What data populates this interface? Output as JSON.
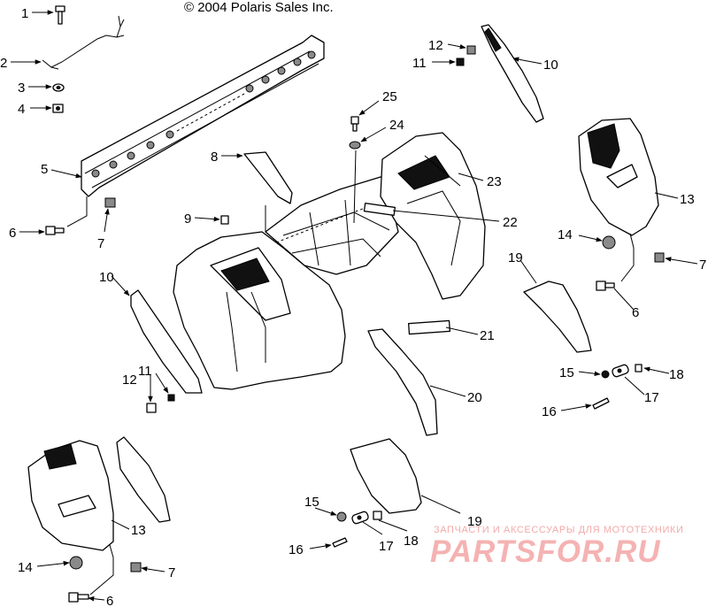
{
  "copyright": "© 2004 Polaris Sales Inc.",
  "watermark": {
    "subtitle": "ЗАПЧАСТИ И АКСЕССУАРЫ ДЛЯ МОТОТЕХНИКИ",
    "logo": "PARTSFOR.RU"
  },
  "callouts": {
    "c1": "1",
    "c2": "2",
    "c3": "3",
    "c4": "4",
    "c5": "5",
    "c6a": "6",
    "c7a": "7",
    "c8": "8",
    "c9": "9",
    "c10a": "10",
    "c11a": "11",
    "c12a": "12",
    "c10b": "10",
    "c11b": "11",
    "c12b": "12",
    "c25": "25",
    "c24": "24",
    "c23": "23",
    "c22": "22",
    "c21": "21",
    "c20": "20",
    "c13a": "13",
    "c14a": "14",
    "c7b": "7",
    "c6b": "6",
    "c19a": "19",
    "c15a": "15",
    "c18a": "18",
    "c17a": "17",
    "c16a": "16",
    "c13b": "13",
    "c14b": "14",
    "c7c": "7",
    "c6c": "6",
    "c15b": "15",
    "c16b": "16",
    "c17b": "17",
    "c18b": "18",
    "c19b": "19"
  }
}
